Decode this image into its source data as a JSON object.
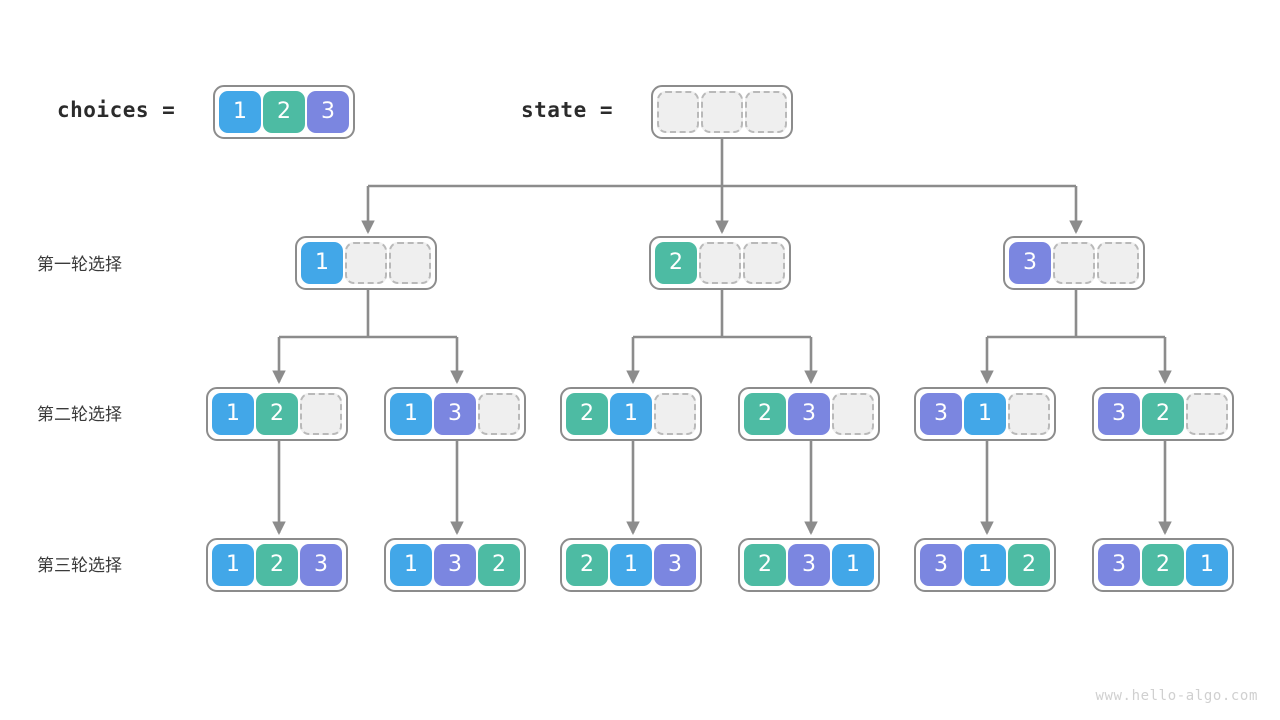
{
  "diagram": {
    "title_watermark": "www.hello-algo.com",
    "colors": {
      "value_1": "#42a7e8",
      "value_2": "#4dbba3",
      "value_3": "#7b86e0",
      "empty_cell": "#efefef",
      "empty_border": "#b9b9b9",
      "node_border": "#8c8c8c",
      "connector": "#8c8c8c",
      "text": "#3a3a3a",
      "watermark": "#d0d0d0"
    },
    "header": {
      "choices_label": "choices =",
      "choices_values": [
        1,
        2,
        3
      ],
      "state_label": "state =",
      "state_values": [
        null,
        null,
        null
      ]
    },
    "row_labels": [
      "第一轮选择",
      "第二轮选择",
      "第三轮选择"
    ],
    "rows": [
      {
        "label": "第一轮选择",
        "nodes": [
          {
            "values": [
              1,
              null,
              null
            ]
          },
          {
            "values": [
              2,
              null,
              null
            ]
          },
          {
            "values": [
              3,
              null,
              null
            ]
          }
        ]
      },
      {
        "label": "第二轮选择",
        "nodes": [
          {
            "values": [
              1,
              2,
              null
            ]
          },
          {
            "values": [
              1,
              3,
              null
            ]
          },
          {
            "values": [
              2,
              1,
              null
            ]
          },
          {
            "values": [
              2,
              3,
              null
            ]
          },
          {
            "values": [
              3,
              1,
              null
            ]
          },
          {
            "values": [
              3,
              2,
              null
            ]
          }
        ]
      },
      {
        "label": "第三轮选择",
        "nodes": [
          {
            "values": [
              1,
              2,
              3
            ]
          },
          {
            "values": [
              1,
              3,
              2
            ]
          },
          {
            "values": [
              2,
              1,
              3
            ]
          },
          {
            "values": [
              2,
              3,
              1
            ]
          },
          {
            "values": [
              3,
              1,
              2
            ]
          },
          {
            "values": [
              3,
              2,
              1
            ]
          }
        ]
      }
    ]
  }
}
